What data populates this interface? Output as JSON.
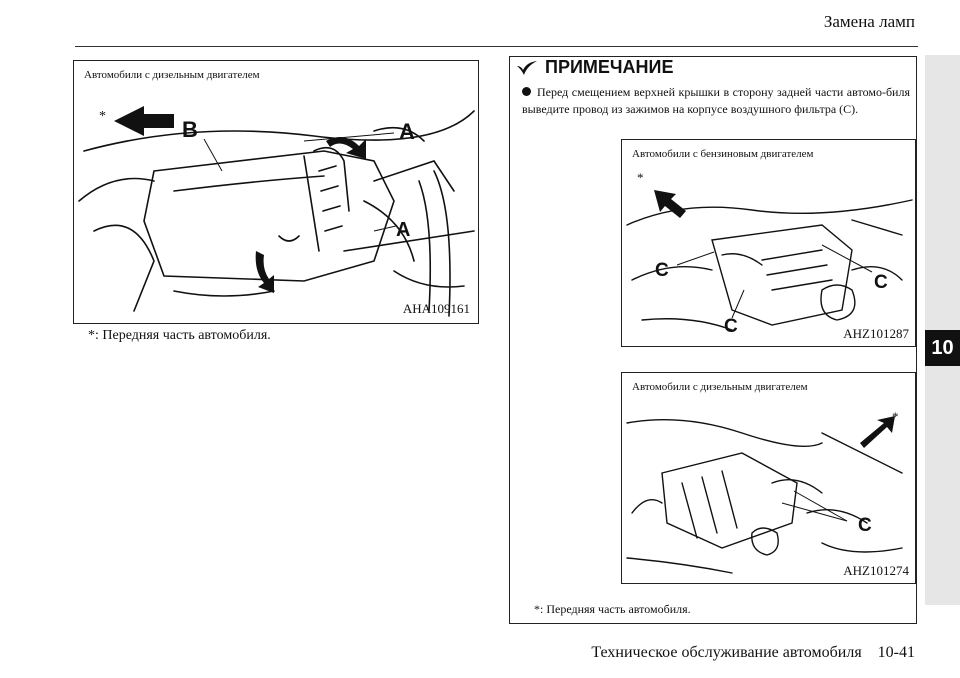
{
  "header": {
    "title": "Замена ламп"
  },
  "side_tab": {
    "chapter": "10"
  },
  "figure_main": {
    "caption": "Автомобили с дизельным двигателем",
    "code": "AHA109161",
    "star": "*",
    "labels": {
      "b": "B",
      "a1": "A",
      "a2": "A"
    }
  },
  "footnote_main": "*: Передняя часть автомобиля.",
  "note": {
    "title": "ПРИМЕЧАНИЕ",
    "text": "Перед смещением верхней крышки в сторону задней части автомо-биля выведите провод из зажимов на корпусе воздушного фильтра (С).",
    "figure_petrol": {
      "caption": "Автомобили с бензиновым двигателем",
      "code": "AHZ101287",
      "star": "*",
      "labels": {
        "c1": "C",
        "c2": "C",
        "c3": "C"
      }
    },
    "figure_diesel": {
      "caption": "Автомобили с дизельным двигателем",
      "code": "AHZ101274",
      "star": "*",
      "labels": {
        "c1": "C"
      }
    },
    "footnote": "*: Передняя часть автомобиля."
  },
  "footer": {
    "text": "Техническое обслуживание автомобиля    10-41"
  }
}
